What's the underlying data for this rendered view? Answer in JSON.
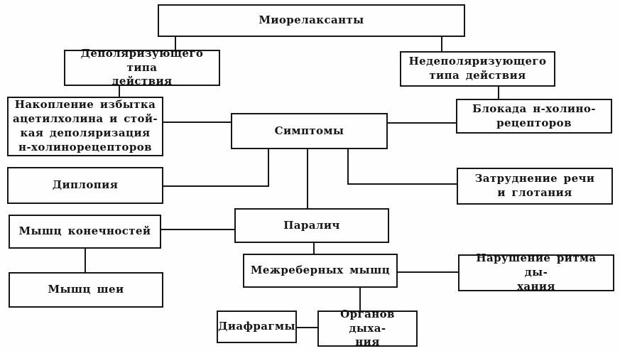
{
  "diagram": {
    "title": "Миорелаксанты",
    "nodes": {
      "miorelaxanty": {
        "label": "Миорелаксанты"
      },
      "depol": {
        "label": "Деполяризующего типа\nдействия"
      },
      "nedepol": {
        "label": "Недеполяризующего\nтипа действия"
      },
      "nakoplenie": {
        "label": "Накопление избытка\nацетилхолина и стой-\nкая деполяризация\nн-холинорецепторов"
      },
      "simptomy": {
        "label": "Симптомы"
      },
      "blokada": {
        "label": "Блокада н-холино-\nрецепторов"
      },
      "diplopiya": {
        "label": "Диплопия"
      },
      "zatrudnenie": {
        "label": "Затруднение речи\nи глотания"
      },
      "konechnostej": {
        "label": "Мышц конечностей"
      },
      "paralich": {
        "label": "Паралич"
      },
      "shei": {
        "label": "Мышц шеи"
      },
      "mezhrebernykh": {
        "label": "Межреберных мышц"
      },
      "narushenie": {
        "label": "Нарушение ритма ды-\nхания"
      },
      "diafragmy": {
        "label": "Диафрагмы"
      },
      "organov": {
        "label": "Органов дыха-\nния"
      }
    },
    "colors": {
      "line": "#161616",
      "background": "#fefefe"
    }
  }
}
